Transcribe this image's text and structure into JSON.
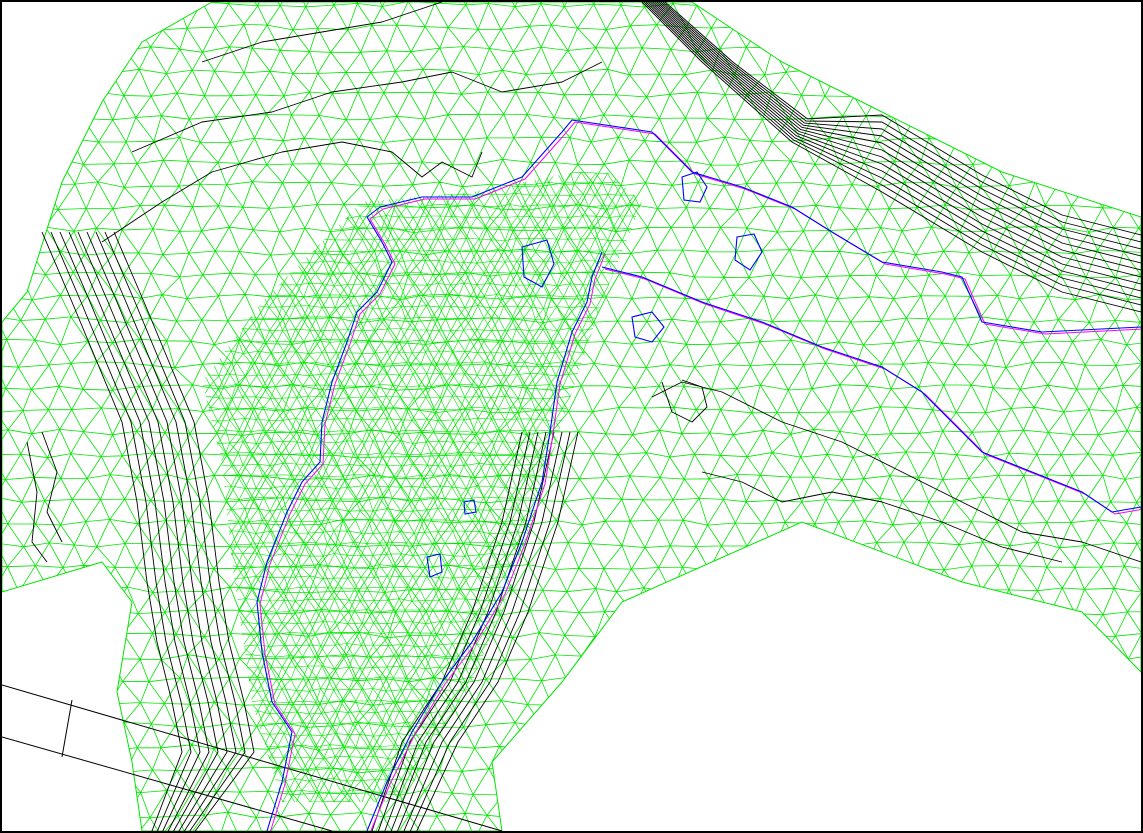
{
  "map": {
    "colors": {
      "background": "#ffffff",
      "frame": "#000000",
      "mesh": "#00e600",
      "contour": "#000000",
      "shoreline_a": "#0000ff",
      "shoreline_b": "#ff00ff"
    },
    "layers": [
      "triangular-mesh",
      "elevation-contours",
      "water-edge-blue",
      "water-edge-magenta",
      "road-lines"
    ]
  }
}
